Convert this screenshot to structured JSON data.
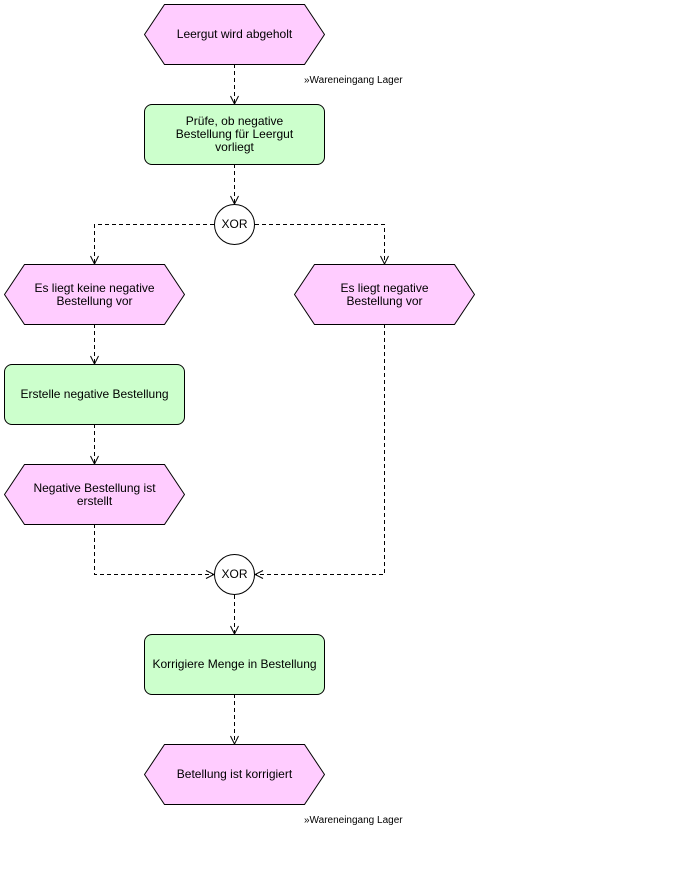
{
  "colors": {
    "event_fill": "#ffccff",
    "function_fill": "#ccffcc",
    "connector_fill": "#ffffff",
    "stroke": "#000000"
  },
  "nodes": {
    "e1": {
      "label": "Leergut wird abgeholt"
    },
    "f1": {
      "label": "Prüfe, ob negative Bestellung für Leergut vorliegt"
    },
    "x1": {
      "label": "XOR"
    },
    "e2": {
      "label": "Es liegt keine negative Bestellung vor"
    },
    "e3": {
      "label": "Es liegt negative Bestellung vor"
    },
    "f2": {
      "label": "Erstelle negative Bestellung"
    },
    "e4": {
      "label": "Negative Bestellung ist erstellt"
    },
    "x2": {
      "label": "XOR"
    },
    "f3": {
      "label": "Korrigiere Menge in Bestellung"
    },
    "e5": {
      "label": "Betellung ist korrigiert"
    }
  },
  "links": {
    "top": "»Wareneingang Lager",
    "bottom": "»Wareneingang Lager"
  }
}
